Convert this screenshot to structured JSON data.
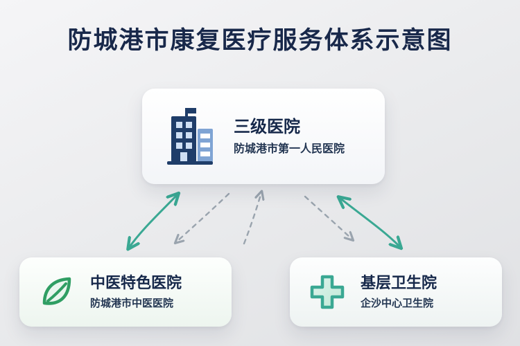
{
  "title": "防城港市康复医疗服务体系示意图",
  "nodes": {
    "top": {
      "name": "三级医院",
      "subtitle": "防城港市第一人民医院",
      "icon": "hospital-building-icon"
    },
    "left": {
      "name": "中医特色医院",
      "subtitle": "防城港市中医医院",
      "icon": "leaf-icon"
    },
    "right": {
      "name": "基层卫生院",
      "subtitle": "企沙中心卫生院",
      "icon": "medical-cross-icon"
    }
  },
  "colors": {
    "title_text": "#18284a",
    "solid_arrow": "#3aa893",
    "dashed_arrow": "#9aa4ae",
    "building_dark_blue": "#1f3d69",
    "building_light_blue": "#7fa4d4",
    "icon_green": "#2f9e63",
    "card_background": "#ffffff",
    "page_background": "#e9eaec"
  }
}
